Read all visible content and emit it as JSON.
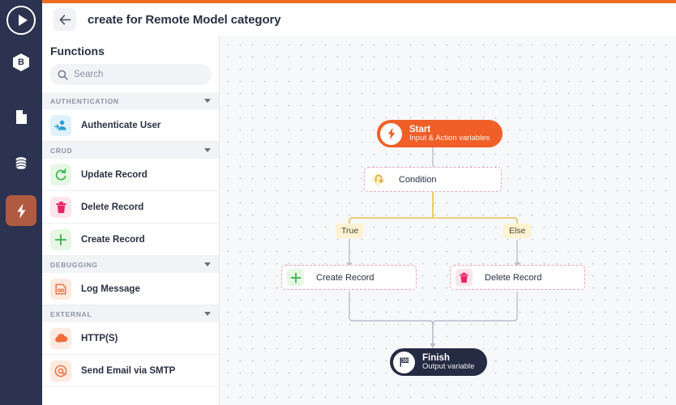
{
  "theme": {
    "accent": "#ef6c21",
    "rail_bg": "#2b3350",
    "rail_active": "#b05a42",
    "start_node": "#f05f28",
    "finish_node": "#242b42",
    "canvas_bg": "#f7f8fa",
    "branch_link": "#e8c14f",
    "card_border": "#f0a0b8",
    "branch_label_bg": "#fdf3d3"
  },
  "rail": {
    "play_label": "Run",
    "badge_label": "B",
    "items": [
      {
        "icon": "document-icon",
        "name": "documents"
      },
      {
        "icon": "database-icon",
        "name": "data"
      },
      {
        "icon": "lightning-icon",
        "name": "logic",
        "active": true
      }
    ]
  },
  "header": {
    "back_label": "←",
    "title": "create for Remote Model category"
  },
  "panel": {
    "title": "Functions",
    "search": {
      "value": "",
      "placeholder": "Search"
    },
    "sections": [
      {
        "label": "AUTHENTICATION",
        "items": [
          {
            "label": "Authenticate User",
            "icon": "user-add-icon",
            "tile": "#dff1fb",
            "color": "#2f9ed8"
          }
        ]
      },
      {
        "label": "CRUD",
        "items": [
          {
            "label": "Update Record",
            "icon": "refresh-icon",
            "tile": "#e6f7e4",
            "color": "#35b34a"
          },
          {
            "label": "Delete Record",
            "icon": "trash-icon",
            "tile": "#fde4ed",
            "color": "#e8255f"
          },
          {
            "label": "Create Record",
            "icon": "plus-icon",
            "tile": "#e6f7e4",
            "color": "#35b34a"
          }
        ]
      },
      {
        "label": "DEBUGGING",
        "items": [
          {
            "label": "Log Message",
            "icon": "log-message-icon",
            "tile": "#fdeae0",
            "color": "#ef6c3b"
          }
        ]
      },
      {
        "label": "EXTERNAL",
        "items": [
          {
            "label": "HTTP(S)",
            "icon": "cloud-icon",
            "tile": "#fdeae0",
            "color": "#ef6c3b"
          },
          {
            "label": "Send Email via SMTP",
            "icon": "at-sign-icon",
            "tile": "#fdeae0",
            "color": "#ef6c3b"
          }
        ]
      }
    ]
  },
  "flow": {
    "start": {
      "title": "Start",
      "subtitle": "Input & Action variables",
      "icon": "lightning-icon"
    },
    "condition": {
      "label": "Condition",
      "icon": "branch-icon"
    },
    "branches": {
      "true_label": "True",
      "else_label": "Else"
    },
    "true_node": {
      "label": "Create Record",
      "icon": "plus-icon",
      "tile": "#e6f7e4",
      "color": "#35b34a"
    },
    "else_node": {
      "label": "Delete Record",
      "icon": "trash-icon",
      "tile": "#fde4ed",
      "color": "#e8255f"
    },
    "finish": {
      "title": "Finish",
      "subtitle": "Output variable",
      "icon": "checkered-flag-icon"
    }
  }
}
